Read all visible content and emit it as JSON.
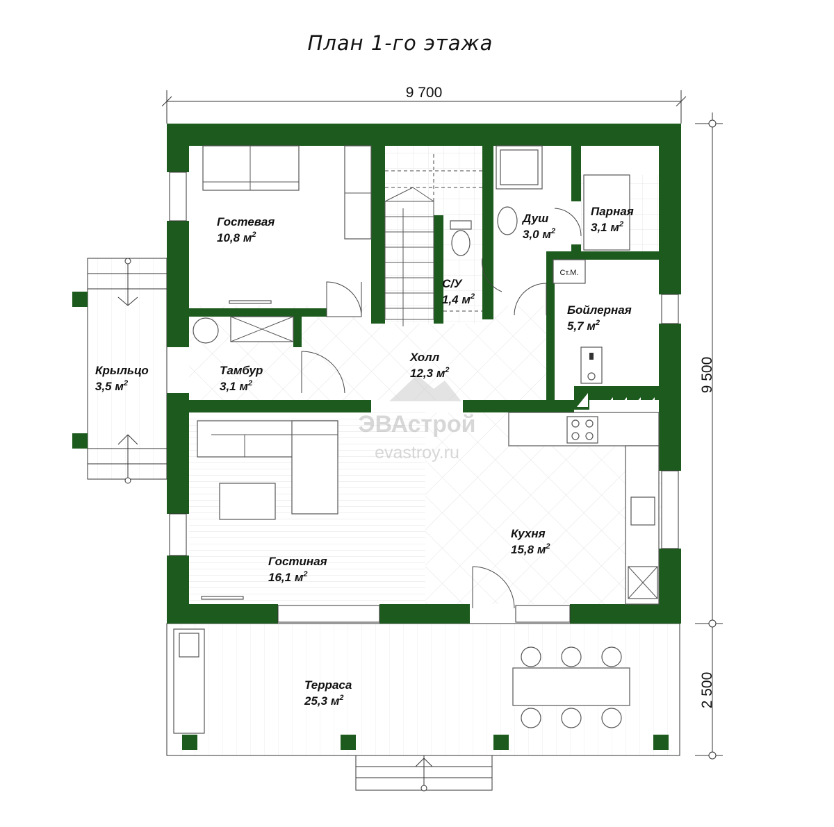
{
  "plan": {
    "title": "План 1-го этажа",
    "dimensions": {
      "width": "9 700",
      "height_house": "9 500",
      "height_terrace": "2 500"
    },
    "watermark": {
      "brand": "ЭВАстрой",
      "url": "evastroy.ru"
    },
    "labels": {
      "washer": "Ст.М."
    },
    "area_unit": "м",
    "area_exponent": "2",
    "rooms": [
      {
        "id": "guest",
        "name": "Гостевая",
        "area": "10,8"
      },
      {
        "id": "toilet",
        "name": "С/У",
        "area": "1,4"
      },
      {
        "id": "shower",
        "name": "Душ",
        "area": "3,0"
      },
      {
        "id": "steam",
        "name": "Парная",
        "area": "3,1"
      },
      {
        "id": "boiler",
        "name": "Бойлерная",
        "area": "5,7"
      },
      {
        "id": "porch",
        "name": "Крыльцо",
        "area": "3,5"
      },
      {
        "id": "vestibule",
        "name": "Тамбур",
        "area": "3,1"
      },
      {
        "id": "hall",
        "name": "Холл",
        "area": "12,3"
      },
      {
        "id": "kitchen",
        "name": "Кухня",
        "area": "15,8"
      },
      {
        "id": "living",
        "name": "Гостиная",
        "area": "16,1"
      },
      {
        "id": "terrace",
        "name": "Терраса",
        "area": "25,3"
      }
    ]
  }
}
